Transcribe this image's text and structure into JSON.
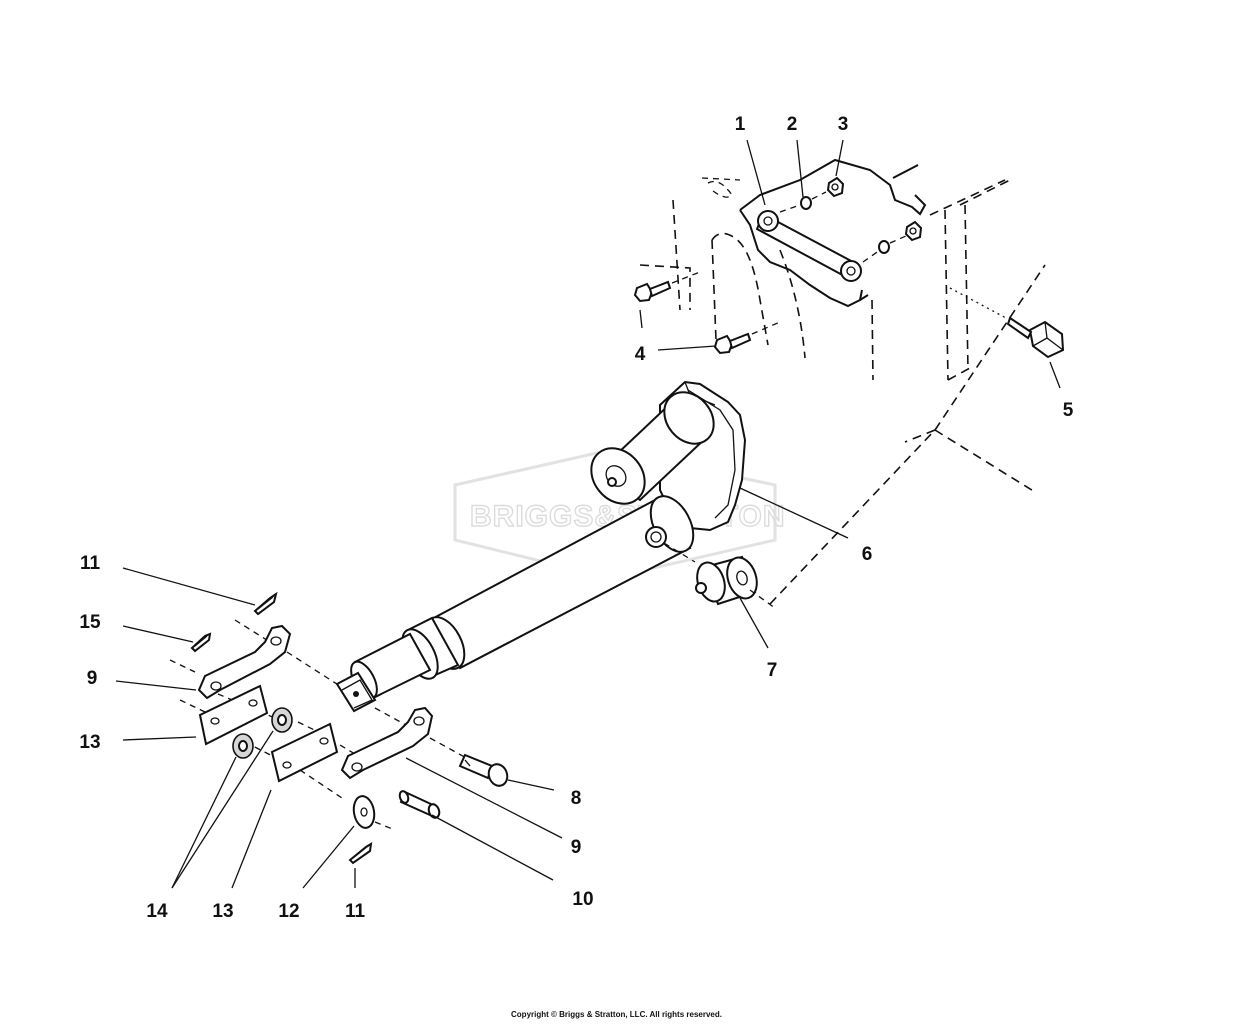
{
  "watermark": {
    "text": "BRIGGS&STRATTON"
  },
  "callouts": {
    "c1": "1",
    "c2": "2",
    "c3": "3",
    "c4": "4",
    "c5": "5",
    "c6": "6",
    "c7": "7",
    "c8": "8",
    "c9a": "9",
    "c9b": "9",
    "c10": "10",
    "c11a": "11",
    "c11b": "11",
    "c12": "12",
    "c13a": "13",
    "c13b": "13",
    "c14": "14",
    "c15": "15"
  },
  "footer": {
    "copyright": "Copyright © Briggs & Stratton, LLC. All rights reserved."
  }
}
